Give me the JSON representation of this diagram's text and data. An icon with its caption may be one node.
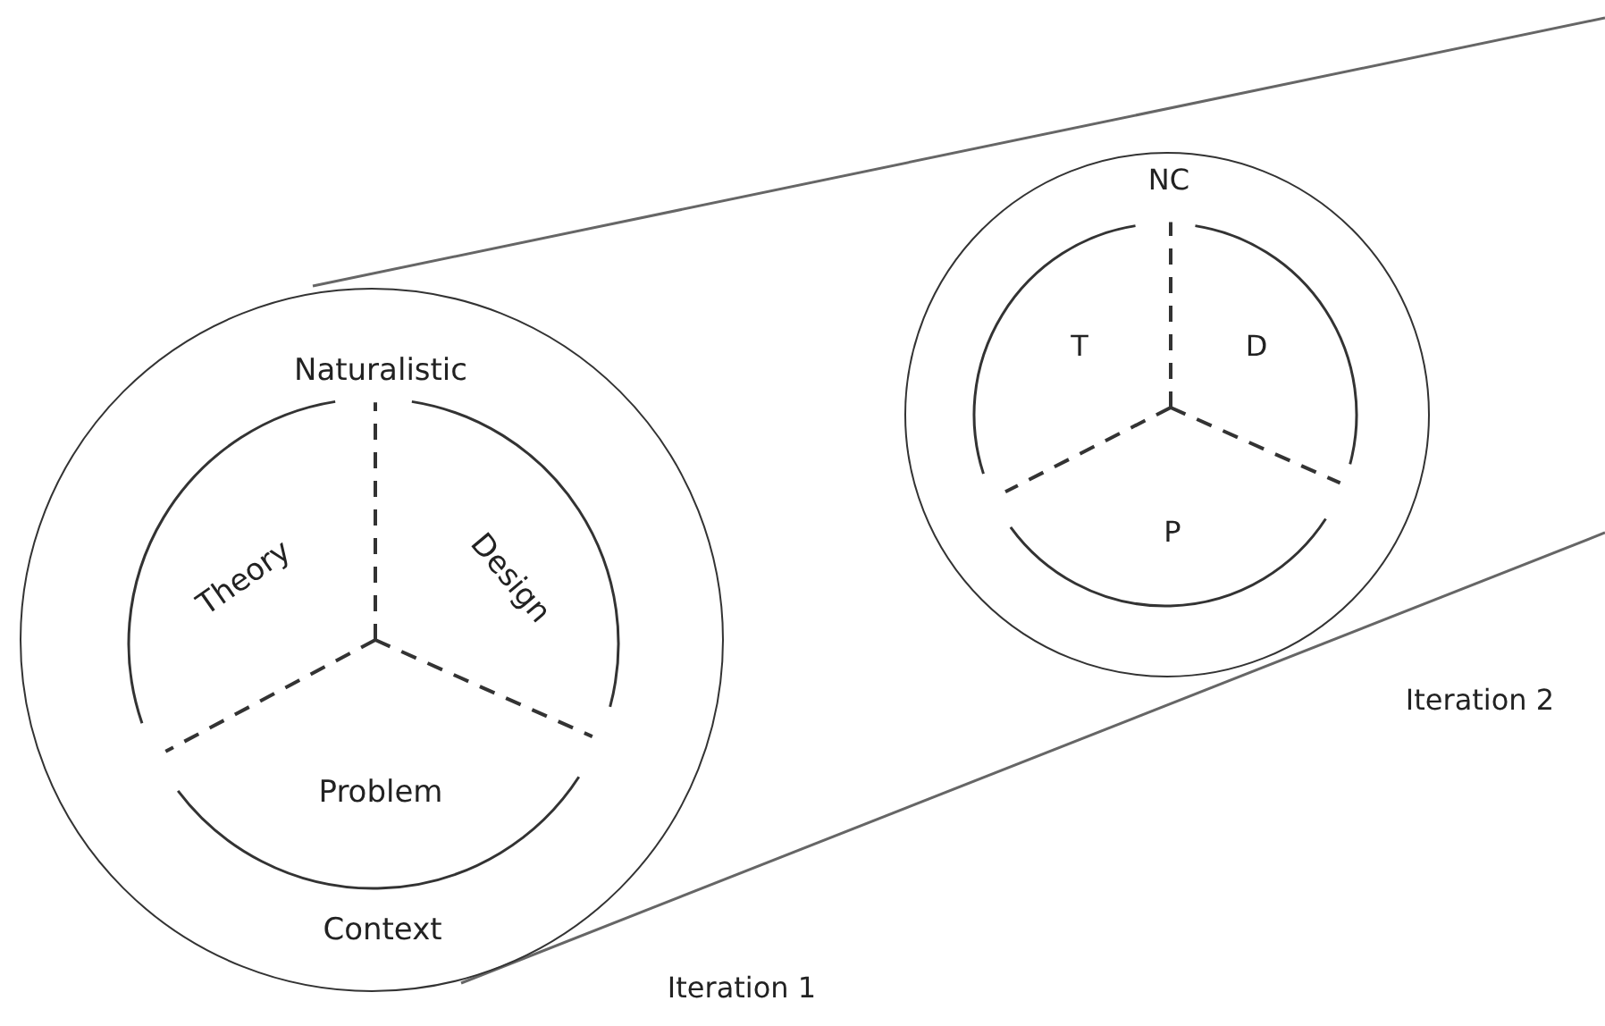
{
  "diagram": {
    "nodes": [
      {
        "text": [
          "Naturalistic",
          "Context"
        ]
      },
      {
        "text": [
          "Theory"
        ],
        "in": 0
      },
      {
        "text": [
          "Design"
        ],
        "in": 0
      },
      {
        "text": [
          "Problem"
        ],
        "in": 0
      },
      {
        "text": [
          "NC"
        ]
      },
      {
        "text": [
          "T"
        ],
        "in": 4
      },
      {
        "text": [
          "D"
        ],
        "in": 4
      },
      {
        "text": [
          "P"
        ],
        "in": 4
      }
    ],
    "labels": [
      "Iteration 1",
      "Iteration 2"
    ]
  }
}
